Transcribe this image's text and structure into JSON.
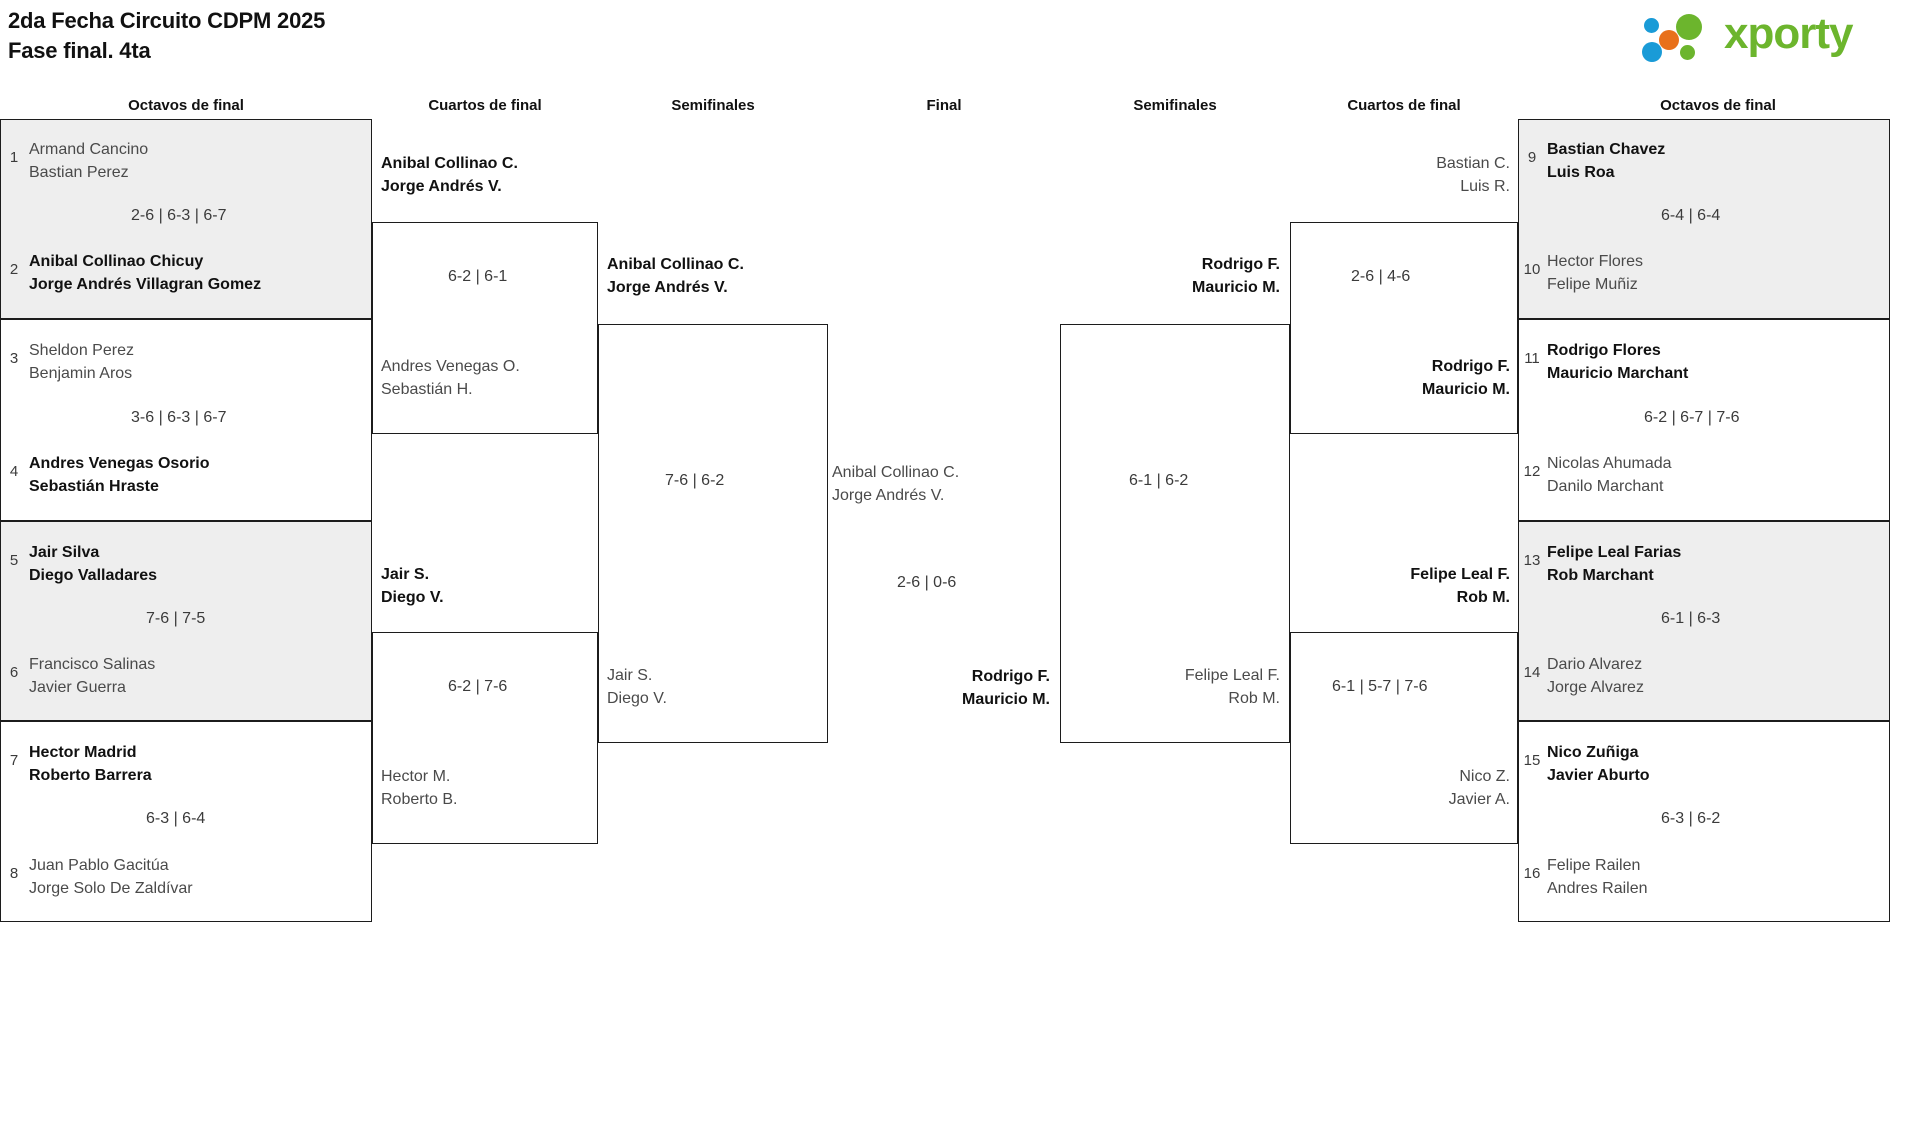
{
  "header": {
    "title_line1": "2da Fecha Circuito CDPM 2025",
    "title_line2": "Fase final. 4ta",
    "logo_text": "xporty",
    "logo_colors": {
      "green": "#6cb52d",
      "blue": "#1a9bd7",
      "orange": "#e8701a"
    }
  },
  "round_headers": {
    "left_r16": "Octavos de final",
    "left_qf": "Cuartos de final",
    "left_sf": "Semifinales",
    "final": "Final",
    "right_sf": "Semifinales",
    "right_qf": "Cuartos de final",
    "right_r16": "Octavos de final"
  },
  "left_r16": [
    {
      "shaded": true,
      "score": "2-6 | 6-3 | 6-7",
      "top": {
        "seed": "1",
        "p1": "Armand Cancino",
        "p2": "Bastian Perez",
        "winner": false
      },
      "bottom": {
        "seed": "2",
        "p1": "Anibal Collinao Chicuy",
        "p2": "Jorge Andrés Villagran Gomez",
        "winner": true
      }
    },
    {
      "shaded": false,
      "score": "3-6 | 6-3 | 6-7",
      "top": {
        "seed": "3",
        "p1": "Sheldon Perez",
        "p2": "Benjamin Aros",
        "winner": false
      },
      "bottom": {
        "seed": "4",
        "p1": "Andres Venegas Osorio",
        "p2": "Sebastián Hraste",
        "winner": true
      }
    },
    {
      "shaded": true,
      "score": "7-6 | 7-5",
      "top": {
        "seed": "5",
        "p1": "Jair Silva",
        "p2": "Diego Valladares",
        "winner": true
      },
      "bottom": {
        "seed": "6",
        "p1": "Francisco Salinas",
        "p2": "Javier Guerra",
        "winner": false
      }
    },
    {
      "shaded": false,
      "score": "6-3 | 6-4",
      "top": {
        "seed": "7",
        "p1": "Hector Madrid",
        "p2": "Roberto Barrera",
        "winner": true
      },
      "bottom": {
        "seed": "8",
        "p1": "Juan Pablo Gacitúa",
        "p2": "Jorge Solo De Zaldívar",
        "winner": false
      }
    }
  ],
  "left_qf": [
    {
      "score": "6-2 | 6-1",
      "top": {
        "p1": "Anibal Collinao C.",
        "p2": "Jorge Andrés V.",
        "winner": true
      },
      "bottom": {
        "p1": "Andres Venegas O.",
        "p2": "Sebastián H.",
        "winner": false
      }
    },
    {
      "score": "6-2 | 7-6",
      "top": {
        "p1": "Jair S.",
        "p2": "Diego V.",
        "winner": true
      },
      "bottom": {
        "p1": "Hector M.",
        "p2": "Roberto B.",
        "winner": false
      }
    }
  ],
  "left_sf": [
    {
      "score": "7-6 | 6-2",
      "top": {
        "p1": "Anibal Collinao C.",
        "p2": "Jorge Andrés V.",
        "winner": true
      },
      "bottom": {
        "p1": "Jair S.",
        "p2": "Diego V.",
        "winner": false
      }
    }
  ],
  "final": {
    "score": "2-6 | 0-6",
    "left": {
      "p1": "Anibal Collinao C.",
      "p2": "Jorge Andrés V.",
      "winner": false
    },
    "right": {
      "p1": "Rodrigo F.",
      "p2": "Mauricio M.",
      "winner": true
    }
  },
  "right_sf": [
    {
      "score": "6-1 | 6-2",
      "top": {
        "p1": "Rodrigo F.",
        "p2": "Mauricio M.",
        "winner": true
      },
      "bottom": {
        "p1": "Felipe Leal F.",
        "p2": "Rob M.",
        "winner": false
      }
    }
  ],
  "right_qf": [
    {
      "score": "2-6 | 4-6",
      "top": {
        "p1": "Bastian C.",
        "p2": "Luis R.",
        "winner": false
      },
      "bottom": {
        "p1": "Rodrigo F.",
        "p2": "Mauricio M.",
        "winner": true
      }
    },
    {
      "score": "6-1 | 5-7 | 7-6",
      "top": {
        "p1": "Felipe Leal F.",
        "p2": "Rob M.",
        "winner": true
      },
      "bottom": {
        "p1": "Nico Z.",
        "p2": "Javier A.",
        "winner": false
      }
    }
  ],
  "right_r16": [
    {
      "shaded": true,
      "score": "6-4 | 6-4",
      "top": {
        "seed": "9",
        "p1": "Bastian Chavez",
        "p2": "Luis Roa",
        "winner": true
      },
      "bottom": {
        "seed": "10",
        "p1": "Hector Flores",
        "p2": "Felipe Muñiz",
        "winner": false
      }
    },
    {
      "shaded": false,
      "score": "6-2 | 6-7 | 7-6",
      "top": {
        "seed": "11",
        "p1": "Rodrigo Flores",
        "p2": "Mauricio Marchant",
        "winner": true
      },
      "bottom": {
        "seed": "12",
        "p1": "Nicolas Ahumada",
        "p2": "Danilo Marchant",
        "winner": false
      }
    },
    {
      "shaded": true,
      "score": "6-1 | 6-3",
      "top": {
        "seed": "13",
        "p1": "Felipe Leal Farias",
        "p2": "Rob Marchant",
        "winner": true
      },
      "bottom": {
        "seed": "14",
        "p1": "Dario Alvarez",
        "p2": "Jorge Alvarez",
        "winner": false
      }
    },
    {
      "shaded": false,
      "score": "6-3 | 6-2",
      "top": {
        "seed": "15",
        "p1": "Nico Zuñiga",
        "p2": "Javier Aburto",
        "winner": true
      },
      "bottom": {
        "seed": "16",
        "p1": "Felipe Railen",
        "p2": "Andres Railen",
        "winner": false
      }
    }
  ]
}
